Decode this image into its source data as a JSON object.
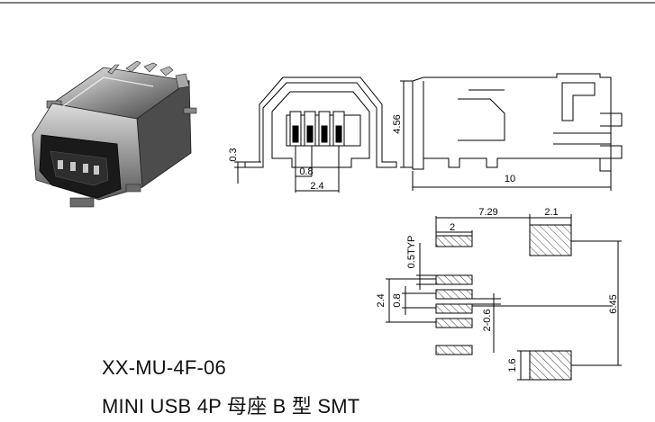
{
  "title": {
    "part_number": "XX-MU-4F-06",
    "description": "MINI USB 4P 母座 B 型 SMT"
  },
  "dimensions": {
    "front_view": {
      "flange_thickness": "0.3",
      "pin_pitch": "0.8",
      "pin_span": "2.4"
    },
    "side_view": {
      "height": "4.56",
      "length": "10"
    },
    "pcb_layout": {
      "pad_length": "2",
      "pad_span_x": "7.29",
      "shell_pad_width": "2.1",
      "pad_width": "0.5TYP",
      "pad_pitch": "0.8",
      "pad_group_span": "2.4",
      "pad_gap": "2-0.6",
      "shell_pad_height": "1.6",
      "overall_height": "6.45"
    }
  },
  "colors": {
    "line": "#000000",
    "hatch": "#444444",
    "background": "#ffffff"
  }
}
